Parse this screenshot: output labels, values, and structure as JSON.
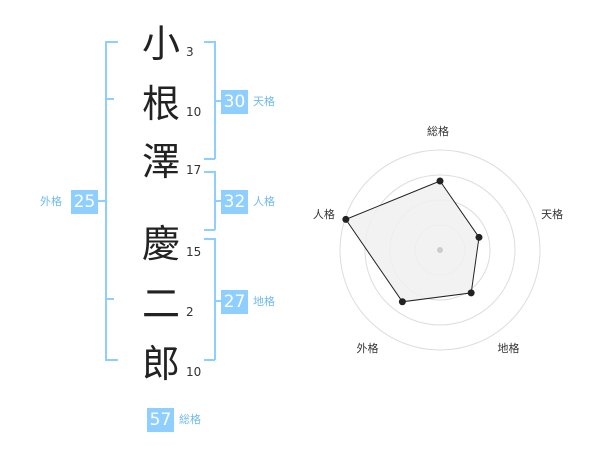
{
  "name": {
    "characters": [
      {
        "char": "小",
        "strokes": "3"
      },
      {
        "char": "根",
        "strokes": "10"
      },
      {
        "char": "澤",
        "strokes": "17"
      },
      {
        "char": "慶",
        "strokes": "15"
      },
      {
        "char": "二",
        "strokes": "2"
      },
      {
        "char": "郎",
        "strokes": "10"
      }
    ]
  },
  "kakusu": {
    "tenkaku": {
      "label": "天格",
      "value": "30"
    },
    "jinkaku": {
      "label": "人格",
      "value": "32"
    },
    "chikaku": {
      "label": "地格",
      "value": "27"
    },
    "gaikaku": {
      "label": "外格",
      "value": "25"
    },
    "soukaku": {
      "label": "総格",
      "value": "57"
    }
  },
  "chart_data": {
    "type": "radar",
    "axes": [
      "総格",
      "天格",
      "地格",
      "外格",
      "人格"
    ],
    "values": [
      0.69,
      0.41,
      0.53,
      0.64,
      0.99
    ],
    "max": 1,
    "rings": 4,
    "colors": {
      "fill": "#f0f0f0",
      "stroke": "#222222",
      "grid": "#dddddd"
    }
  }
}
